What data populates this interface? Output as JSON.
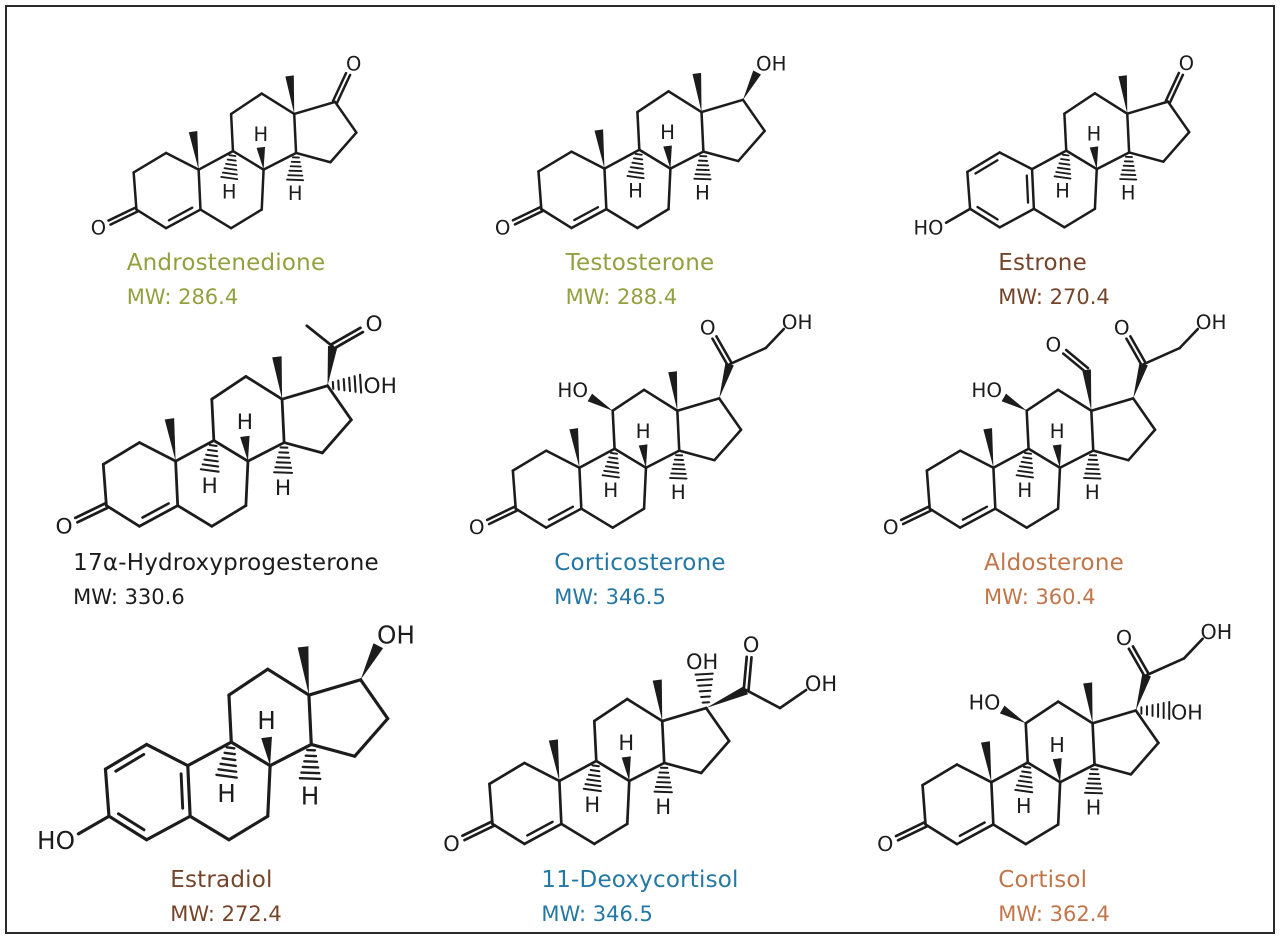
{
  "figure": {
    "background": "#ffffff",
    "border_color": "#2a2a2a",
    "bond_color": "#1c1c1c"
  },
  "colors": {
    "olive": "#93a03f",
    "brown": "#74452a",
    "black": "#1c1c1c",
    "teal": "#2478a3",
    "orange": "#c1764a"
  },
  "molecules": [
    {
      "name": "Androstenedione",
      "mw": "MW: 286.4",
      "color": "#93a03f",
      "structure": {
        "ringA": "enone",
        "c19_methyl": true,
        "c18": "methyl",
        "c11_oh": false,
        "c17": "ketone"
      }
    },
    {
      "name": "Testosterone",
      "mw": "MW: 288.4",
      "color": "#93a03f",
      "structure": {
        "ringA": "enone",
        "c19_methyl": true,
        "c18": "methyl",
        "c11_oh": false,
        "c17": "oh"
      }
    },
    {
      "name": "Estrone",
      "mw": "MW: 270.4",
      "color": "#74452a",
      "structure": {
        "ringA": "phenol",
        "c19_methyl": false,
        "c18": "methyl",
        "c11_oh": false,
        "c17": "ketone"
      }
    },
    {
      "name": "17α-Hydroxyprogesterone",
      "mw": "MW: 330.6",
      "color": "#1c1c1c",
      "structure": {
        "ringA": "enone",
        "c19_methyl": true,
        "c18": "methyl",
        "c11_oh": false,
        "c17": "acetyl_oh"
      }
    },
    {
      "name": "Corticosterone",
      "mw": "MW: 346.5",
      "color": "#2478a3",
      "structure": {
        "ringA": "enone",
        "c19_methyl": true,
        "c18": "methyl",
        "c11_oh": true,
        "c17": "sidechain"
      }
    },
    {
      "name": "Aldosterone",
      "mw": "MW: 360.4",
      "color": "#c1764a",
      "structure": {
        "ringA": "enone",
        "c19_methyl": true,
        "c18": "cho",
        "c11_oh": true,
        "c17": "sidechain"
      }
    },
    {
      "name": "Estradiol",
      "mw": "MW: 272.4",
      "color": "#74452a",
      "structure": {
        "ringA": "phenol",
        "c19_methyl": false,
        "c18": "methyl",
        "c11_oh": false,
        "c17": "oh"
      }
    },
    {
      "name": "11-Deoxycortisol",
      "mw": "MW: 346.5",
      "color": "#2478a3",
      "structure": {
        "ringA": "enone",
        "c19_methyl": true,
        "c18": "methyl",
        "c11_oh": false,
        "c17": "ohtop_sidechain"
      }
    },
    {
      "name": "Cortisol",
      "mw": "MW: 362.4",
      "color": "#c1764a",
      "structure": {
        "ringA": "enone",
        "c19_methyl": true,
        "c18": "methyl",
        "c11_oh": true,
        "c17": "sidechain_oh17"
      }
    }
  ]
}
